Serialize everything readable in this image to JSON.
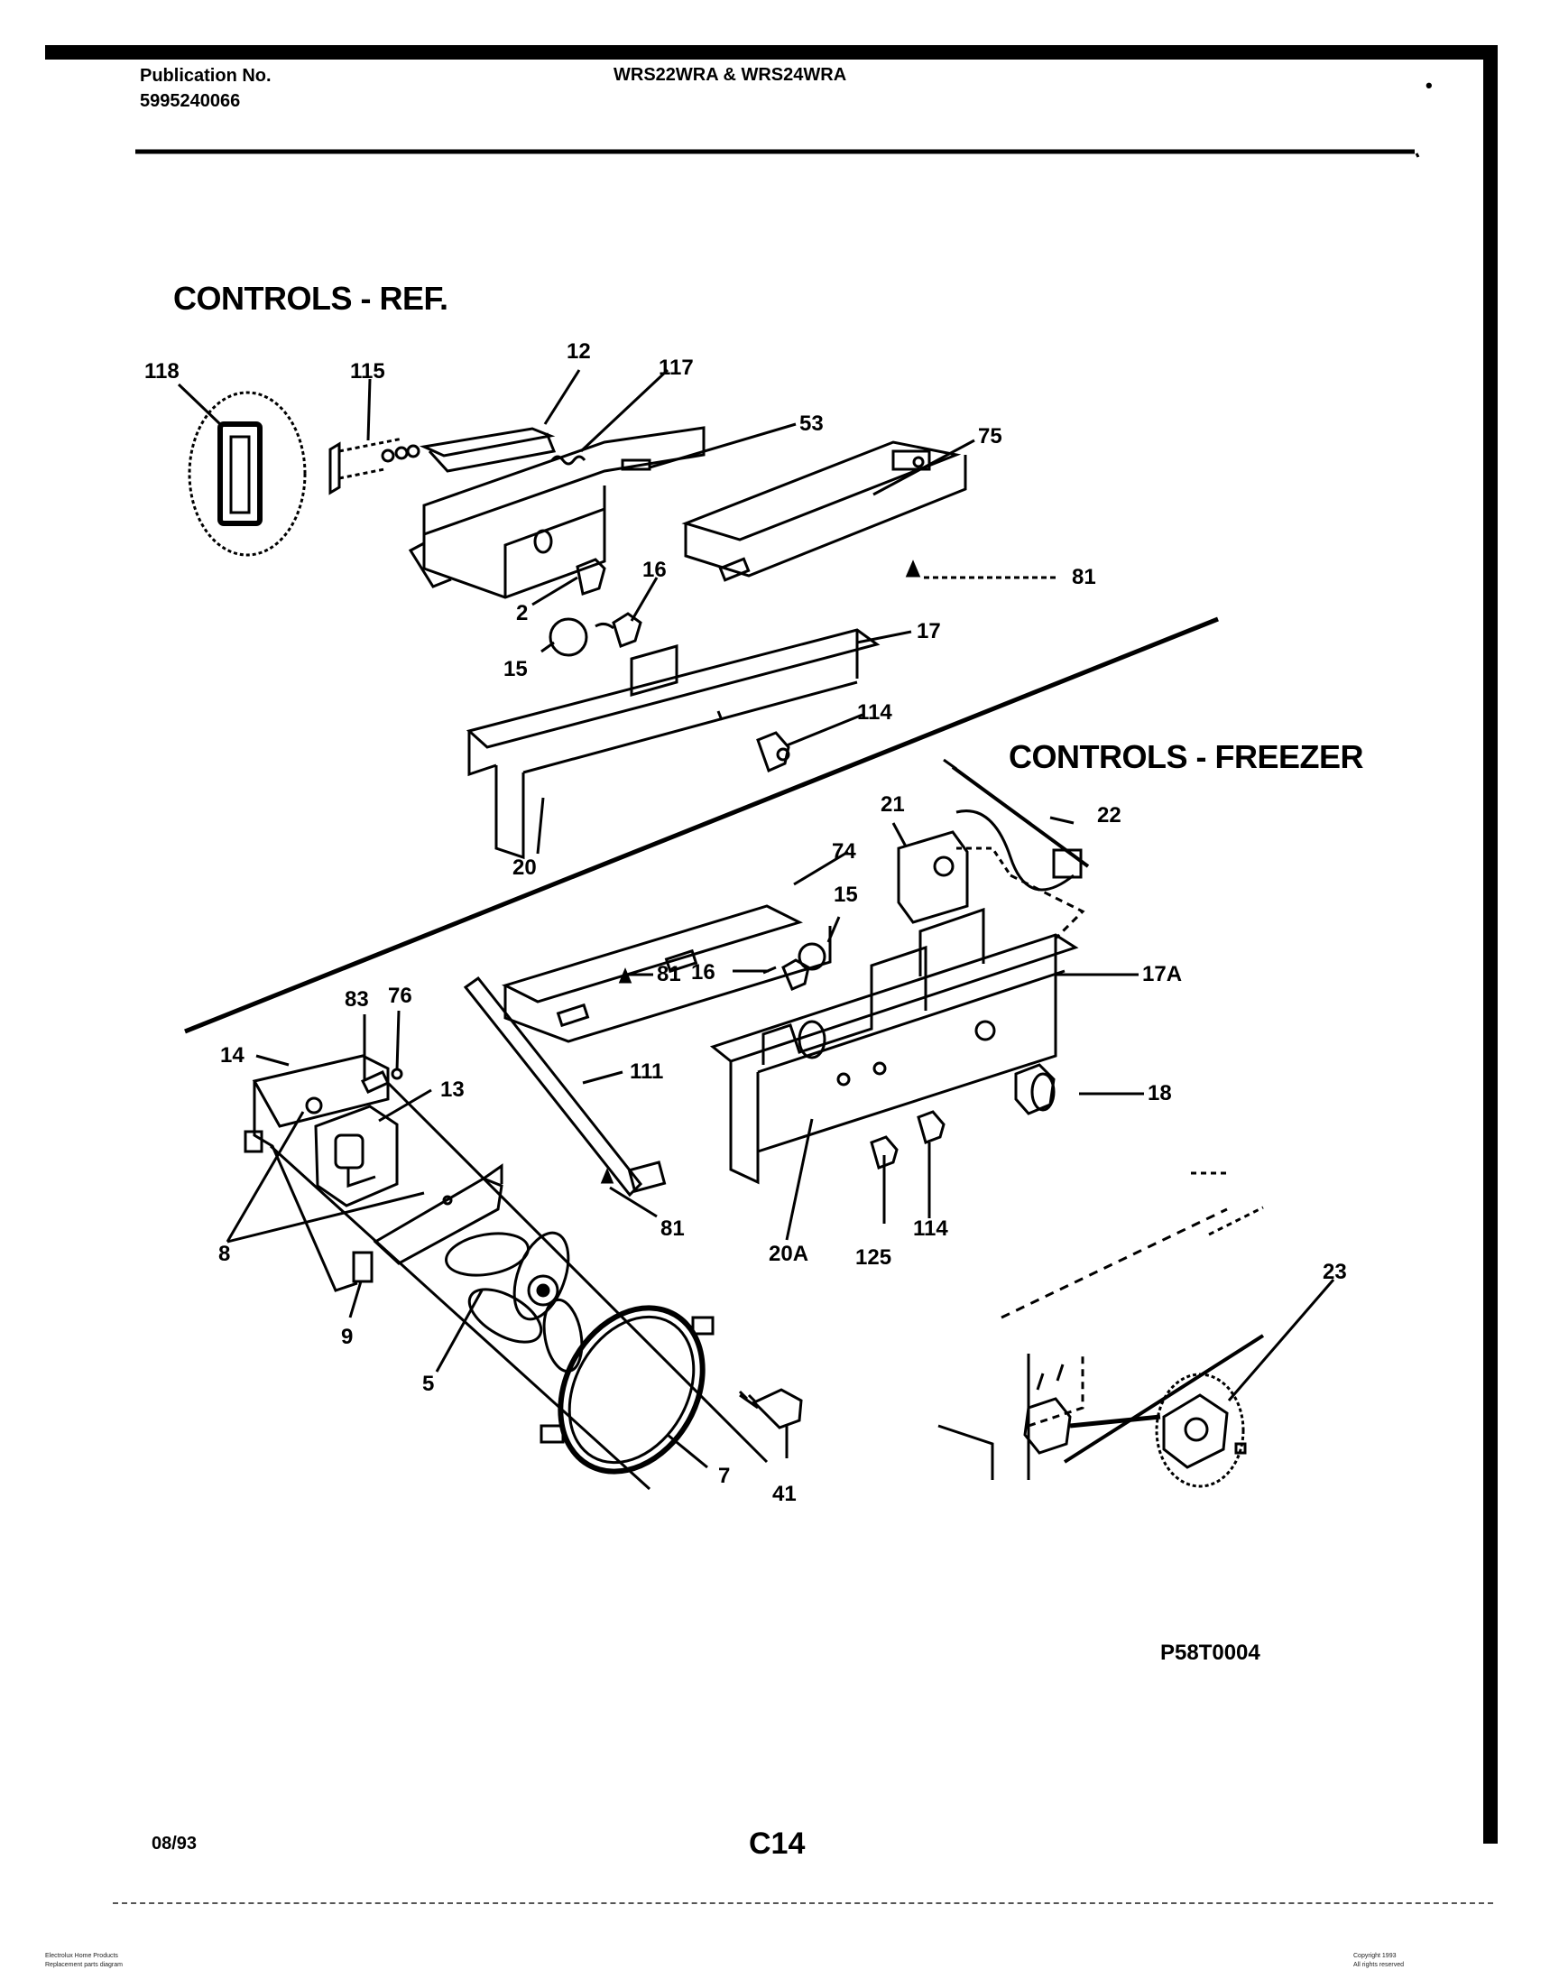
{
  "header": {
    "publication_label": "Publication No.",
    "publication_number": "5995240066",
    "model": "WRS22WRA & WRS24WRA"
  },
  "sections": {
    "ref_title": "CONTROLS - REF.",
    "freezer_title": "CONTROLS - FREEZER"
  },
  "callouts": {
    "c118": "118",
    "c115": "115",
    "c12": "12",
    "c117": "117",
    "c53": "53",
    "c75": "75",
    "c81a": "81",
    "c2": "2",
    "c16a": "16",
    "c15a": "15",
    "c17": "17",
    "c114a": "114",
    "c20": "20",
    "c21": "21",
    "c22": "22",
    "c74": "74",
    "c15b": "15",
    "c16b": "16",
    "c83": "83",
    "c76": "76",
    "c81b": "81",
    "c17a": "17A",
    "c14": "14",
    "c13": "13",
    "c18": "18",
    "c111": "111",
    "c8": "8",
    "c9": "9",
    "c81c": "81",
    "c20a": "20A",
    "c125": "125",
    "c114b": "114",
    "c23": "23",
    "c5": "5",
    "c7": "7",
    "c41": "41"
  },
  "footer": {
    "diagram_code": "P58T0004",
    "date": "08/93",
    "page": "C14",
    "fine_print_left_1": "Electrolux Home Products",
    "fine_print_left_2": "Replacement parts diagram",
    "fine_print_right_1": "Copyright 1993",
    "fine_print_right_2": "All rights reserved"
  }
}
